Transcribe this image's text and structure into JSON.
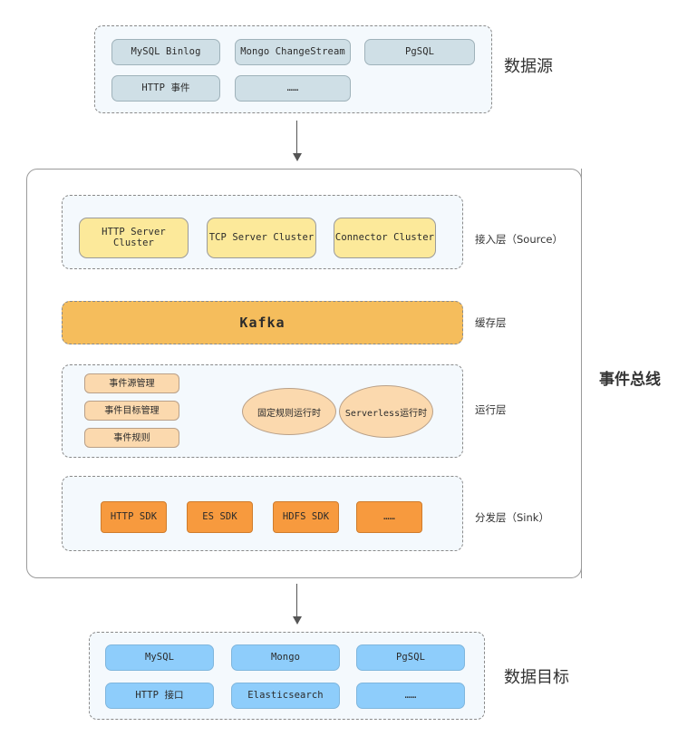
{
  "diagram": {
    "title_hidden": "",
    "colors": {
      "source_chip": "#cfdfe6",
      "target_chip": "#8ecdfb",
      "cluster_chip": "#fce99a",
      "kafka": "#f5bd5c",
      "mgmt_chip": "#fbd9ae",
      "sdk_chip": "#f79a3e",
      "group_bg": "#f4f9fd",
      "border": "#8a8a8a",
      "text": "#333333"
    }
  },
  "data_source": {
    "label": "数据源",
    "row1": [
      {
        "text": "MySQL Binlog"
      },
      {
        "text": "Mongo ChangeStream"
      },
      {
        "text": "PgSQL"
      }
    ],
    "row2": [
      {
        "text": "HTTP 事件"
      },
      {
        "text": "……"
      }
    ]
  },
  "event_bus": {
    "label": "事件总线",
    "source_layer": {
      "label": "接入层（Source）",
      "items": [
        {
          "text": "HTTP Server Cluster"
        },
        {
          "text": "TCP Server Cluster"
        },
        {
          "text": "Connector Cluster"
        }
      ]
    },
    "cache_layer": {
      "label": "缓存层",
      "item": {
        "text": "Kafka"
      }
    },
    "runtime_layer": {
      "label": "运行层",
      "management": [
        {
          "text": "事件源管理"
        },
        {
          "text": "事件目标管理"
        },
        {
          "text": "事件规则"
        }
      ],
      "runtimes": [
        {
          "text": "固定规则运行时"
        },
        {
          "text": "Serverless运行时"
        }
      ]
    },
    "sink_layer": {
      "label": "分发层（Sink）",
      "items": [
        {
          "text": "HTTP SDK"
        },
        {
          "text": "ES SDK"
        },
        {
          "text": "HDFS SDK"
        },
        {
          "text": "……"
        }
      ]
    }
  },
  "data_target": {
    "label": "数据目标",
    "row1": [
      {
        "text": "MySQL"
      },
      {
        "text": "Mongo"
      },
      {
        "text": "PgSQL"
      }
    ],
    "row2": [
      {
        "text": "HTTP 接口"
      },
      {
        "text": "Elasticsearch"
      },
      {
        "text": "……"
      }
    ]
  }
}
